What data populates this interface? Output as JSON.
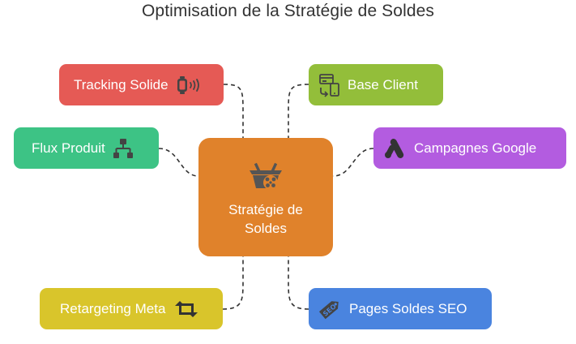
{
  "title": "Optimisation de la Stratégie de Soldes",
  "center": {
    "label": "Stratégie de Soldes",
    "color": "#E0822B",
    "icon": "basket-icon"
  },
  "nodes": [
    {
      "id": "tracking",
      "label": "Tracking Solide",
      "color": "#E55A55",
      "icon": "smartwatch-icon"
    },
    {
      "id": "base-client",
      "label": "Base Client",
      "color": "#93BE3A",
      "icon": "card-phone-icon"
    },
    {
      "id": "flux-produit",
      "label": "Flux Produit",
      "color": "#3DC385",
      "icon": "hierarchy-icon"
    },
    {
      "id": "campagnes-google",
      "label": "Campagnes Google",
      "color": "#B35CE0",
      "icon": "google-ads-icon"
    },
    {
      "id": "retargeting-meta",
      "label": "Retargeting Meta",
      "color": "#D9C52B",
      "icon": "retweet-icon"
    },
    {
      "id": "pages-soldes-seo",
      "label": "Pages Soldes SEO",
      "color": "#4A84DF",
      "icon": "seo-tag-icon"
    }
  ],
  "connector_color": "#333333"
}
